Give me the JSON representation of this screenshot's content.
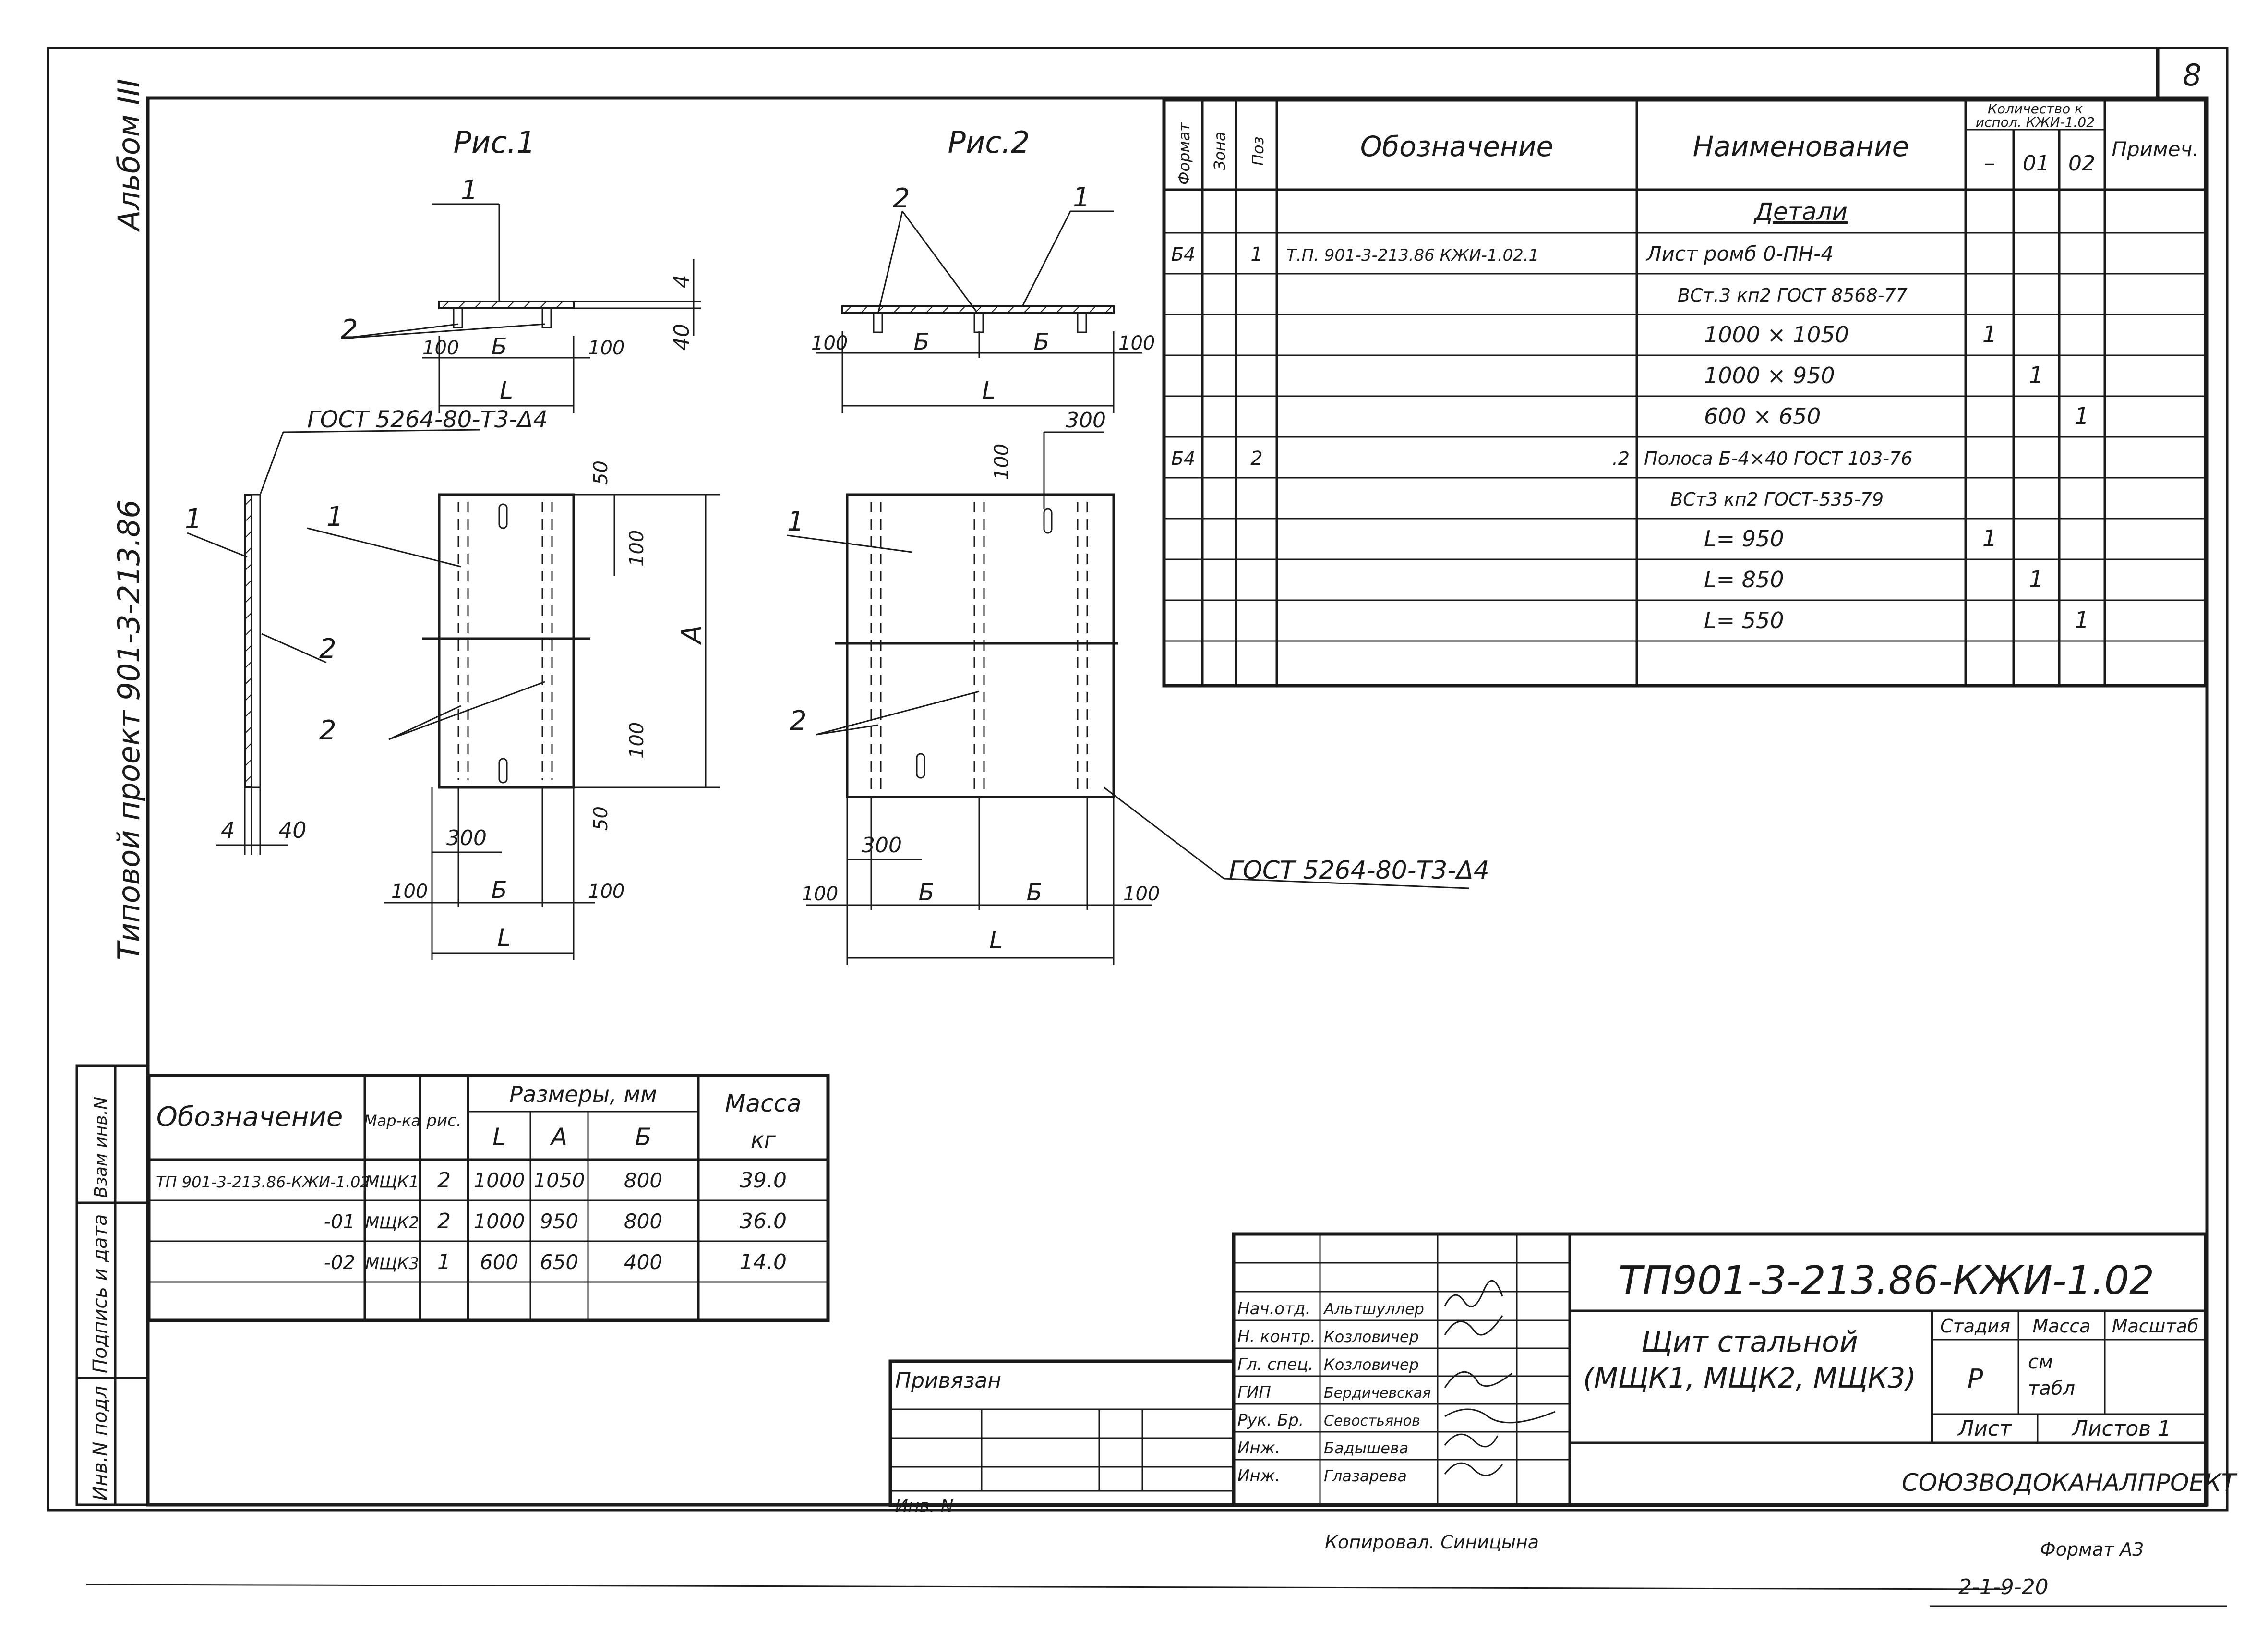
{
  "sheet": {
    "page_number": "8",
    "side_album": "Альбом III",
    "side_project": "Типовой проект 901-3-213.86",
    "side_stamp": [
      "Инв.N подл",
      "Подпись и дата",
      "Взам инв.N"
    ],
    "colors": {
      "ink": "#1a1a1a",
      "paper": "#ffffff"
    }
  },
  "drawings": {
    "fig1_title": "Рис.1",
    "fig2_title": "Рис.2",
    "gost_weld_1": "ГОСТ 5264-80-Т3-Δ4",
    "gost_weld_2": "ГОСТ 5264-80-Т3-Δ4",
    "labels": {
      "one": "1",
      "two": "2",
      "d4": "4",
      "d40": "40",
      "d100": "100",
      "dB": "Б",
      "dL": "L",
      "dA": "А",
      "d50": "50",
      "d300": "300"
    }
  },
  "spec_table": {
    "headers": {
      "format": "Формат",
      "zone": "Зона",
      "pos": "Поз",
      "designation": "Обозначение",
      "name": "Наименование",
      "qty_title_1": "Количество к",
      "qty_title_2": "испол. КЖИ-1.02",
      "qty_dash": "–",
      "qty_01": "01",
      "qty_02": "02",
      "note": "Примеч."
    },
    "rows": [
      {
        "format": "",
        "zone": "",
        "pos": "",
        "designation": "",
        "name": "Детали",
        "q0": "",
        "q1": "",
        "q2": ""
      },
      {
        "format": "Б4",
        "zone": "",
        "pos": "1",
        "designation": "Т.П. 901-3-213.86   КЖИ-1.02.1",
        "name": "Лист ромб 0-ПН-4",
        "q0": "",
        "q1": "",
        "q2": ""
      },
      {
        "format": "",
        "zone": "",
        "pos": "",
        "designation": "",
        "name": "ВСт.3 кп2 ГОСТ 8568-77",
        "q0": "",
        "q1": "",
        "q2": ""
      },
      {
        "format": "",
        "zone": "",
        "pos": "",
        "designation": "",
        "name": "1000 × 1050",
        "q0": "1",
        "q1": "",
        "q2": ""
      },
      {
        "format": "",
        "zone": "",
        "pos": "",
        "designation": "",
        "name": "1000 × 950",
        "q0": "",
        "q1": "1",
        "q2": ""
      },
      {
        "format": "",
        "zone": "",
        "pos": "",
        "designation": "",
        "name": "600 × 650",
        "q0": "",
        "q1": "",
        "q2": "1"
      },
      {
        "format": "Б4",
        "zone": "",
        "pos": "2",
        "designation": ".2",
        "name": "Полоса Б-4×40 ГОСТ 103-76",
        "q0": "",
        "q1": "",
        "q2": ""
      },
      {
        "format": "",
        "zone": "",
        "pos": "",
        "designation": "",
        "name": "ВСт3 кп2  ГОСТ-535-79",
        "q0": "",
        "q1": "",
        "q2": ""
      },
      {
        "format": "",
        "zone": "",
        "pos": "",
        "designation": "",
        "name": "L= 950",
        "q0": "1",
        "q1": "",
        "q2": ""
      },
      {
        "format": "",
        "zone": "",
        "pos": "",
        "designation": "",
        "name": "L= 850",
        "q0": "",
        "q1": "1",
        "q2": ""
      },
      {
        "format": "",
        "zone": "",
        "pos": "",
        "designation": "",
        "name": "L= 550",
        "q0": "",
        "q1": "",
        "q2": "1"
      },
      {
        "format": "",
        "zone": "",
        "pos": "",
        "designation": "",
        "name": "",
        "q0": "",
        "q1": "",
        "q2": ""
      }
    ]
  },
  "dim_table": {
    "headers": {
      "designation": "Обозначение",
      "mark": "Мар-ка",
      "fig": "рис.",
      "sizes": "Размеры, мм",
      "L": "L",
      "A": "А",
      "B": "Б",
      "mass": "Масса",
      "mass_unit": "кг"
    },
    "rows": [
      {
        "designation": "ТП 901-3-213.86-КЖИ-1.02",
        "mark": "МЩК1",
        "fig": "2",
        "L": "1000",
        "A": "1050",
        "B": "800",
        "mass": "39.0"
      },
      {
        "designation": "-01",
        "mark": "МЩК2",
        "fig": "2",
        "L": "1000",
        "A": "950",
        "B": "800",
        "mass": "36.0"
      },
      {
        "designation": "-02",
        "mark": "МЩК3",
        "fig": "1",
        "L": "600",
        "A": "650",
        "B": "400",
        "mass": "14.0"
      },
      {
        "designation": "",
        "mark": "",
        "fig": "",
        "L": "",
        "A": "",
        "B": "",
        "mass": ""
      }
    ]
  },
  "title_block": {
    "privyazan": "Привязан",
    "inv_no": "Инв. N",
    "code": "ТП901-3-213.86-КЖИ-1.02",
    "title_line1": "Щит стальной",
    "title_line2": "(МЩК1, МЩК2, МЩК3)",
    "stage_label": "Стадия",
    "mass_label": "Масса",
    "scale_label": "Масштаб",
    "stage": "Р",
    "mass_value_1": "см",
    "mass_value_2": "табл",
    "sheet_label": "Лист",
    "sheets_label": "Листов 1",
    "org": "СОЮЗВОДОКАНАЛПРОЕКТ",
    "roles": [
      {
        "role": "Нач.отд.",
        "name": "Альтшуллер"
      },
      {
        "role": "Н. контр.",
        "name": "Козловичер"
      },
      {
        "role": "Гл. спец.",
        "name": "Козловичер"
      },
      {
        "role": "ГИП",
        "name": "Бердичевская"
      },
      {
        "role": "Рук. Бр.",
        "name": "Севостьянов"
      },
      {
        "role": "Инж.",
        "name": "Бадышева"
      },
      {
        "role": "Инж.",
        "name": "Глазарева"
      }
    ],
    "copied": "Копировал. Синицына",
    "format": "Формат А3",
    "bottom_code": "2-1-9-20"
  }
}
